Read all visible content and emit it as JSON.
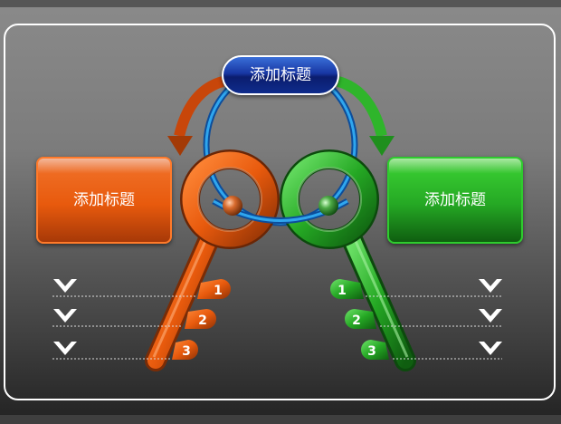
{
  "top_title": "添加标题",
  "left_box": {
    "label": "添加标题"
  },
  "right_box": {
    "label": "添加标题"
  },
  "left_steps": [
    "1",
    "2",
    "3"
  ],
  "right_steps": [
    "1",
    "2",
    "3"
  ],
  "colors": {
    "orange": "#e85a0d",
    "green": "#25a824",
    "blue": "#1736a3",
    "ring_blue": "#1a8fd6"
  },
  "icons": [
    "chevron-down-icon",
    "key-icon"
  ]
}
